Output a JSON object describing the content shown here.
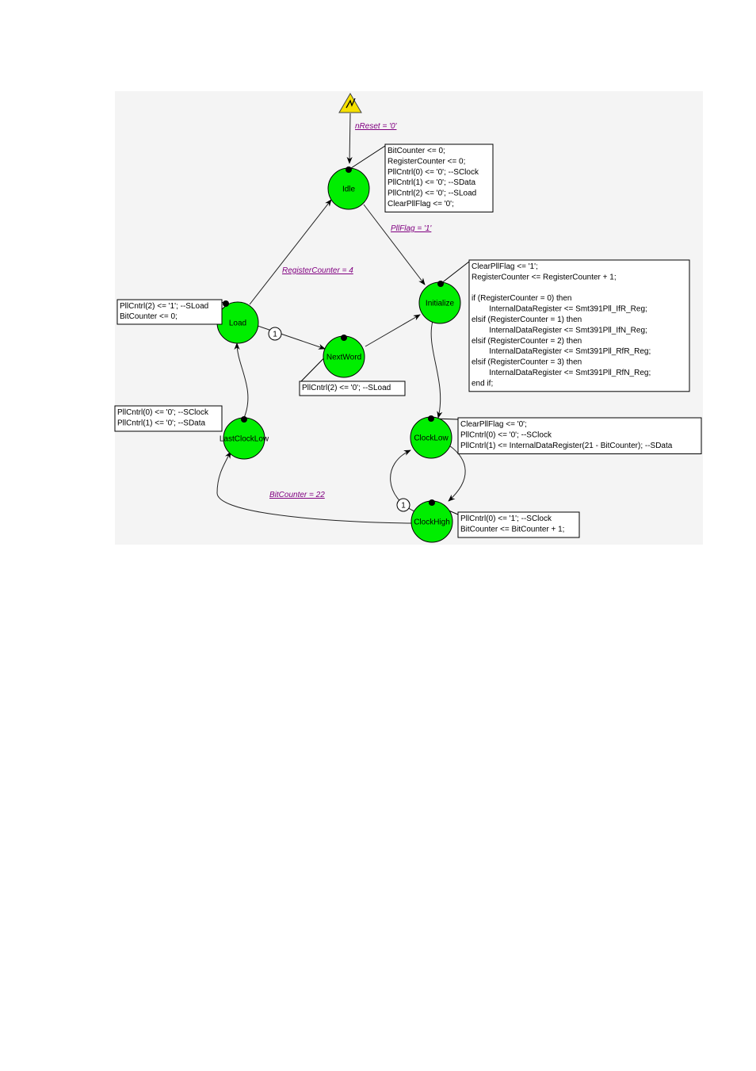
{
  "colors": {
    "state_fill": "#00ee00",
    "condition_text": "#800080",
    "reset_icon": "#f5e000"
  },
  "icons": {
    "reset": "reset-warning-icon"
  },
  "states": {
    "idle": "Idle",
    "load": "Load",
    "next_word": "NextWord",
    "initialize": "Initialize",
    "last_clock_low": "LastClockLow",
    "clock_low": "ClockLow",
    "clock_high": "ClockHigh"
  },
  "conditions": {
    "reset": "nReset = '0'",
    "pll_flag": "PllFlag = '1'",
    "register_counter": "RegisterCounter = 4",
    "bit_counter": "BitCounter = 22"
  },
  "priorities": {
    "load_to_nextword": "1",
    "clockhigh_to_clocklow": "1"
  },
  "actions": {
    "idle": [
      "BitCounter <= 0;",
      "RegisterCounter <= 0;",
      "PllCntrl(0) <= '0'; --SClock",
      "PllCntrl(1) <= '0'; --SData",
      "PllCntrl(2) <= '0'; --SLoad",
      "ClearPllFlag <= '0';"
    ],
    "load": [
      "PllCntrl(2) <= '1'; --SLoad",
      "BitCounter <= 0;"
    ],
    "initialize": [
      "ClearPllFlag <= '1';",
      "RegisterCounter <= RegisterCounter + 1;",
      "",
      "if (RegisterCounter = 0) then",
      "        InternalDataRegister <= Smt391Pll_IfR_Reg;",
      "elsif (RegisterCounter = 1) then",
      "        InternalDataRegister <= Smt391Pll_IfN_Reg;",
      "elsif (RegisterCounter = 2) then",
      "        InternalDataRegister <= Smt391Pll_RfR_Reg;",
      "elsif (RegisterCounter = 3) then",
      "        InternalDataRegister <= Smt391Pll_RfN_Reg;",
      "end if;"
    ],
    "next_word": [
      "PllCntrl(2) <= '0'; --SLoad"
    ],
    "last_clock_low": [
      "PllCntrl(0) <= '0'; --SClock",
      "PllCntrl(1) <= '0'; --SData"
    ],
    "clock_low": [
      "ClearPllFlag <= '0';",
      "PllCntrl(0) <= '0'; --SClock",
      "PllCntrl(1) <= InternalDataRegister(21 - BitCounter); --SData"
    ],
    "clock_high": [
      "PllCntrl(0) <= '1'; --SClock",
      "BitCounter <= BitCounter + 1;"
    ]
  }
}
